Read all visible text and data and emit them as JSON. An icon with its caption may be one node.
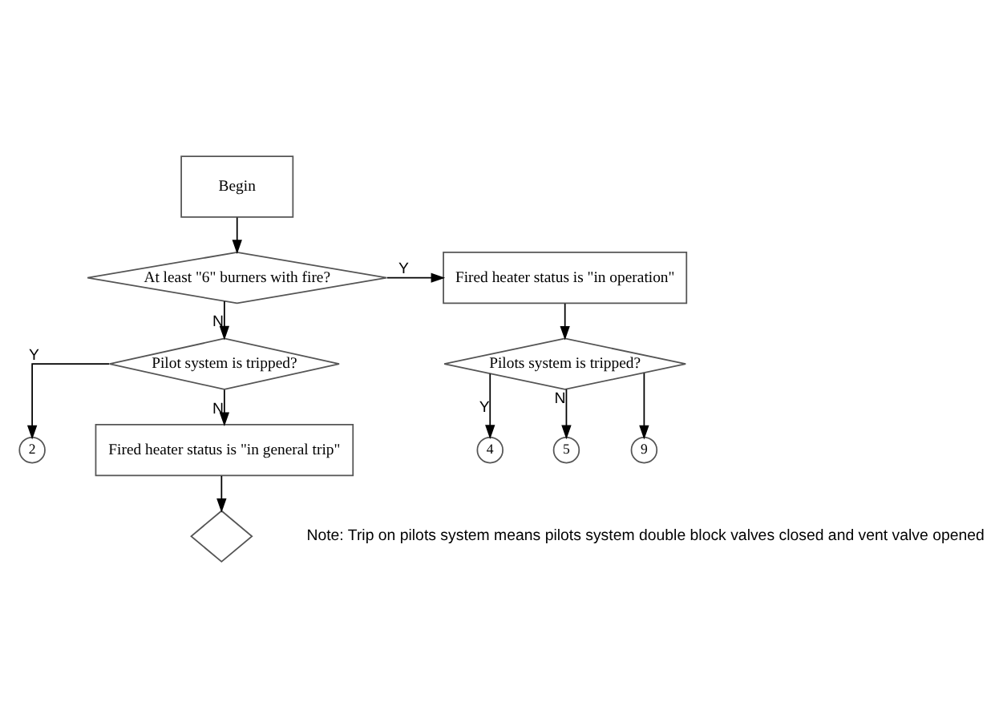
{
  "diagram": {
    "nodes": [
      {
        "text": [
          "Begin"
        ]
      },
      {
        "text": [
          "At least \"6\" burners with fire?"
        ]
      },
      {
        "text": [
          "Fired heater status is \"in operation\""
        ]
      },
      {
        "text": [
          "Pilot system is tripped?"
        ]
      },
      {
        "text": [
          "2"
        ]
      },
      {
        "text": [
          "Fired heater status is \"in general trip\""
        ]
      },
      {
        "text": [
          "Pilots system is tripped?"
        ]
      },
      {
        "text": [
          "4"
        ]
      },
      {
        "text": [
          "5"
        ]
      },
      {
        "text": [
          "9"
        ]
      },
      {
        "text": [],
        "shape": "diamond"
      }
    ],
    "edges": [
      {
        "from": 0,
        "to": 1,
        "arrow": "to"
      },
      {
        "from": 1,
        "to": 2,
        "arrow": "to",
        "label": "Y"
      },
      {
        "from": 1,
        "to": 3,
        "arrow": "to",
        "label": "N"
      },
      {
        "from": 3,
        "to": 4,
        "arrow": "to",
        "label": "Y"
      },
      {
        "from": 3,
        "to": 5,
        "arrow": "to",
        "label": "N"
      },
      {
        "from": 2,
        "to": 6,
        "arrow": "to"
      },
      {
        "from": 6,
        "to": 7,
        "arrow": "to",
        "label": "Y"
      },
      {
        "from": 6,
        "to": 8,
        "arrow": "to",
        "label": "N"
      },
      {
        "from": 6,
        "to": 9,
        "arrow": "to"
      },
      {
        "from": 5,
        "to": 10,
        "arrow": "to"
      }
    ],
    "labels": [
      "Note: Trip on pilots system means pilots system double block valves closed and vent valve opened"
    ]
  }
}
